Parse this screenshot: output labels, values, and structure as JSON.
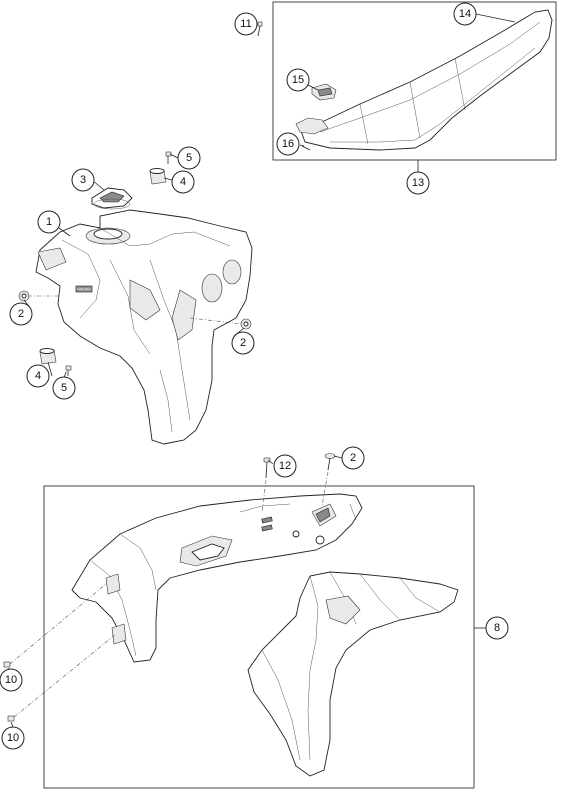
{
  "callouts": [
    {
      "id": "c11",
      "label": "11"
    },
    {
      "id": "c14",
      "label": "14"
    },
    {
      "id": "c15",
      "label": "15"
    },
    {
      "id": "c16",
      "label": "16"
    },
    {
      "id": "c13",
      "label": "13"
    },
    {
      "id": "c5a",
      "label": "5"
    },
    {
      "id": "c3",
      "label": "3"
    },
    {
      "id": "c4a",
      "label": "4"
    },
    {
      "id": "c1",
      "label": "1"
    },
    {
      "id": "c2a",
      "label": "2"
    },
    {
      "id": "c2b",
      "label": "2"
    },
    {
      "id": "c4b",
      "label": "4"
    },
    {
      "id": "c5b",
      "label": "5"
    },
    {
      "id": "c12",
      "label": "12"
    },
    {
      "id": "c2c",
      "label": "2"
    },
    {
      "id": "c8",
      "label": "8"
    },
    {
      "id": "c10a",
      "label": "10"
    },
    {
      "id": "c10b",
      "label": "10"
    }
  ],
  "tank_badge": "RACING"
}
